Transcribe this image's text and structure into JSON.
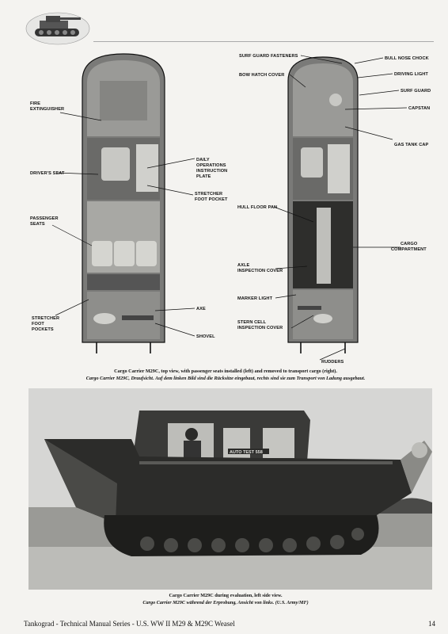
{
  "figure_labels": {
    "fire_extinguisher": [
      "FIRE",
      "EXTINGUISHER"
    ],
    "drivers_seat": [
      "DRIVER'S SEAT"
    ],
    "passenger_seats": [
      "PASSENGER",
      "SEATS"
    ],
    "stretcher_foot_pockets_left": [
      "STRETCHER",
      "FOOT",
      "POCKETS"
    ],
    "daily_operations": [
      "DAILY",
      "OPERATIONS",
      "INSTRUCTION",
      "PLATE"
    ],
    "stretcher_foot_pocket_mid": [
      "STRETCHER",
      "FOOT POCKET"
    ],
    "axe": [
      "AXE"
    ],
    "shovel": [
      "SHOVEL"
    ],
    "surf_guard_fasteners": [
      "SURF GUARD FASTENERS"
    ],
    "bow_hatch_cover": [
      "BOW HATCH COVER"
    ],
    "bull_nose_chock": [
      "BULL NOSE CHOCK"
    ],
    "driving_light": [
      "DRIVING LIGHT"
    ],
    "surf_guard": [
      "SURF GUARD"
    ],
    "capstan": [
      "CAPSTAN"
    ],
    "gas_tank_cap": [
      "GAS TANK CAP"
    ],
    "hull_floor_pan": [
      "HULL FLOOR PAN"
    ],
    "cargo_compartment": [
      "CARGO",
      "COMPARTMENT"
    ],
    "axle_inspection_cover": [
      "AXLE",
      "INSPECTION COVER"
    ],
    "marker_light": [
      "MARKER LIGHT"
    ],
    "stern_cell_inspection_cover": [
      "STERN CELL",
      "INSPECTION COVER"
    ],
    "rudders": [
      "RUDDERS"
    ]
  },
  "caption1": {
    "en": "Cargo Carrier M29C, top view, with passenger seats installed (left) and removed to transport cargo (right).",
    "de": "Cargo Carrier M29C, Draufsicht. Auf dem linken Bild sind die Rücksitze eingebaut, rechts sind sie zum Transport von Ladung ausgebaut."
  },
  "photo": {
    "hull_marking": "AUTO TEST 558"
  },
  "caption2": {
    "en": "Cargo Carrier M29C during evaluation, left side view.",
    "de": "Cargo Carrier M29C während der Erprobung, Ansicht von links. (U.S. Army/MF)"
  },
  "footer": {
    "series_title": "Tankograd - Technical Manual Series - U.S. WW II M29 & M29C Weasel",
    "page_number": "14"
  },
  "colors": {
    "page_bg": "#f4f3f0",
    "photo_sky": "#d8d8d6",
    "hull_dark": "#2c2c2a"
  }
}
